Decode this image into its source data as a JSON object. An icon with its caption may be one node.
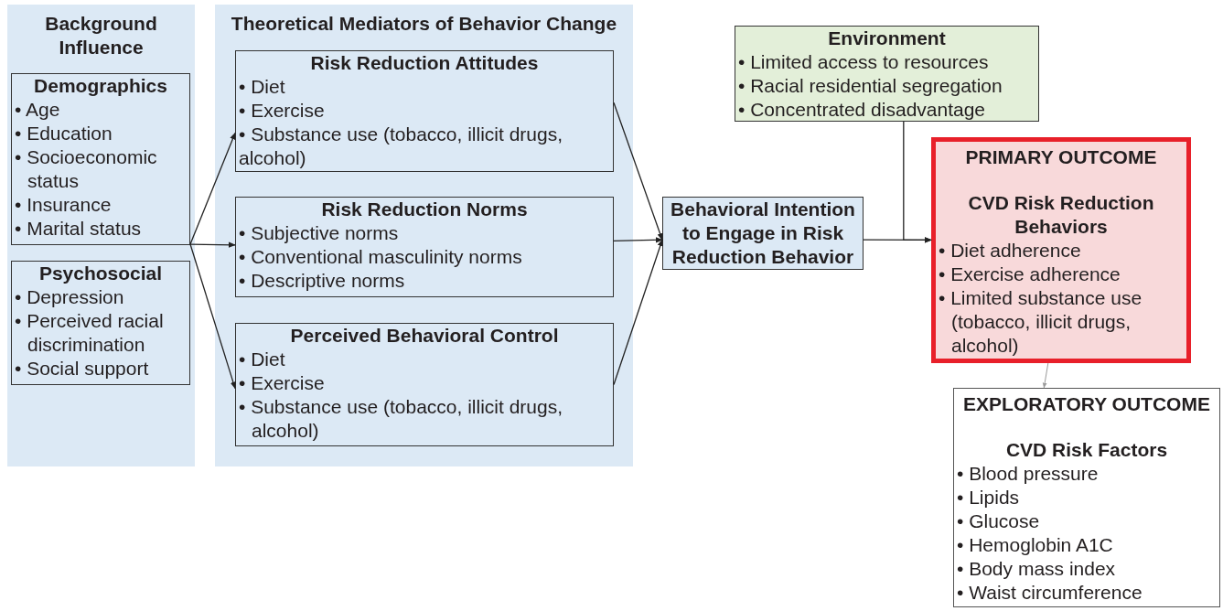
{
  "diagram": {
    "nodes": [
      {
        "text": [
          "Background Influence"
        ]
      },
      {
        "text": [
          "Demographics",
          "• Age",
          "• Education",
          "• Socioeconomic status",
          "• Insurance",
          "• Marital status"
        ],
        "in": 0
      },
      {
        "text": [
          "Psychosocial",
          "• Depression",
          "• Perceived racial discrimination",
          "• Social support"
        ],
        "in": 0
      },
      {
        "text": [
          "Theoretical Mediators of Behavior Change"
        ]
      },
      {
        "text": [
          "Risk Reduction Attitudes",
          "• Diet",
          "• Exercise",
          "• Substance use (tobacco, illicit drugs, alcohol)"
        ],
        "in": 3
      },
      {
        "text": [
          "Risk Reduction Norms",
          "• Subjective norms",
          "• Conventional masculinity norms",
          "• Descriptive norms"
        ],
        "in": 3
      },
      {
        "text": [
          "Perceived Behavioral Control",
          "• Diet",
          "• Exercise",
          "• Substance use (tobacco, illicit drugs, alcohol)"
        ],
        "in": 3
      },
      {
        "text": [
          "Behavioral Intention to Engage in Risk Reduction Behavior"
        ]
      },
      {
        "text": [
          "Environment",
          "• Limited access to resources",
          "• Racial residential segregation",
          "• Concentrated disadvantage"
        ]
      },
      {
        "text": [
          "PRIMARY OUTCOME",
          "CVD Risk Reduction Behaviors",
          "• Diet adherence",
          "• Exercise adherence",
          "• Limited substance use (tobacco, illicit drugs, alcohol)"
        ]
      },
      {
        "text": [
          "EXPLORATORY OUTCOME",
          "CVD Risk Factors",
          "• Blood pressure",
          "• Lipids",
          "• Glucose",
          "• Hemoglobin A1C",
          "• Body mass index",
          "• Waist circumference"
        ]
      }
    ],
    "edges": [
      {
        "from": 1,
        "to": 4,
        "arrow": "to"
      },
      {
        "from": 1,
        "to": 5,
        "arrow": "to"
      },
      {
        "from": 1,
        "to": 6,
        "arrow": "to"
      },
      {
        "from": 4,
        "to": 7,
        "arrow": "to"
      },
      {
        "from": 5,
        "to": 7,
        "arrow": "to"
      },
      {
        "from": 6,
        "to": 7,
        "arrow": "to"
      },
      {
        "from": 7,
        "to": 9,
        "arrow": "to"
      },
      {
        "from": 8,
        "to": 9,
        "arrow": "to"
      },
      {
        "from": 9,
        "to": 10,
        "arrow": "to",
        "color": "#9a9a9a"
      }
    ]
  }
}
